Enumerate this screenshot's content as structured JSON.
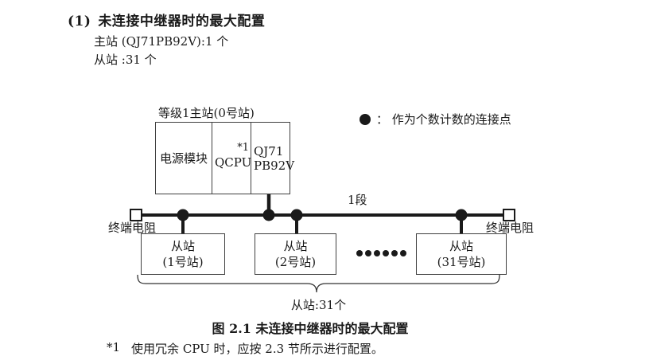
{
  "page": {
    "heading": {
      "number": "(1)",
      "title": "未连接中继器时的最大配置"
    },
    "spec_lines": [
      "主站 (QJ71PB92V):1 个",
      "从站 :31 个"
    ]
  },
  "diagram": {
    "master": {
      "label": "等级1主站(0号站)",
      "cells": [
        {
          "name": "电源模块"
        },
        {
          "name": "QCPU",
          "note": "*1"
        },
        {
          "line1": "QJ71",
          "line2": "PB92V"
        }
      ]
    },
    "legend": {
      "text": "： 作为个数计数的连接点"
    },
    "segment_label": "1段",
    "terminator_left": "终端电阻",
    "terminator_right": "终端电阻",
    "slaves": [
      {
        "line1": "从站",
        "line2": "(1号站)"
      },
      {
        "line1": "从站",
        "line2": "(2号站)"
      },
      {
        "line1": "从站",
        "line2": "(31号站)"
      }
    ],
    "brace_label": "从站:31个"
  },
  "caption": "图 2.1 未连接中继器时的最大配置",
  "footnote": {
    "marker": "*1",
    "text": "使用冗余 CPU 时，应按 2.3 节所示进行配置。"
  },
  "colors": {
    "ink": "#1a1a1a",
    "border": "#404040"
  }
}
